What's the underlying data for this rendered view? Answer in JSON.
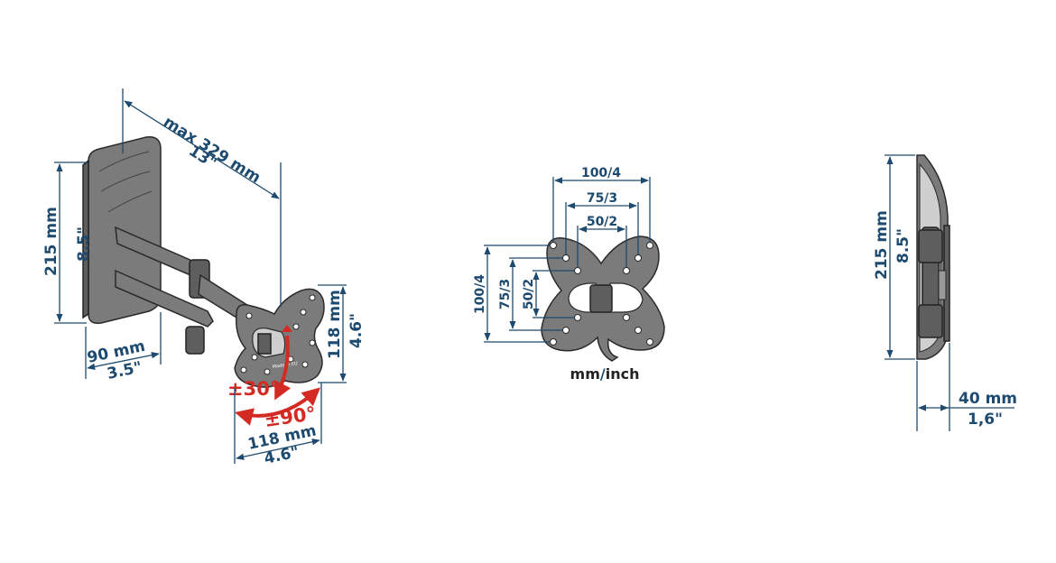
{
  "colors": {
    "dimension": "#1d4a6e",
    "accent_red": "#d32b24",
    "part_gray": "#7b7b7b",
    "outline": "#2a2a2a"
  },
  "left_view": {
    "max_reach_mm": "max 329 mm",
    "max_reach_in": "13\"",
    "height_mm": "215 mm",
    "height_in": "8.5\"",
    "depth_mm": "90 mm",
    "depth_in": "3.5\"",
    "plate_h_mm": "118 mm",
    "plate_h_in": "4.6\"",
    "plate_w_mm": "118 mm",
    "plate_w_in": "4.6\"",
    "tilt": "±30°",
    "swivel": "±90°",
    "plate_marking": "Made in EU"
  },
  "center_view": {
    "vesa_h_100": "100/4",
    "vesa_h_75": "75/3",
    "vesa_h_50": "50/2",
    "vesa_v_100": "100/4",
    "vesa_v_75": "75/3",
    "vesa_v_50": "50/2",
    "units_mm": "mm",
    "units_sep": "/",
    "units_inch": "inch"
  },
  "right_view": {
    "height_mm": "215 mm",
    "height_in": "8.5\"",
    "depth_mm": "40 mm",
    "depth_in": "1,6\""
  }
}
